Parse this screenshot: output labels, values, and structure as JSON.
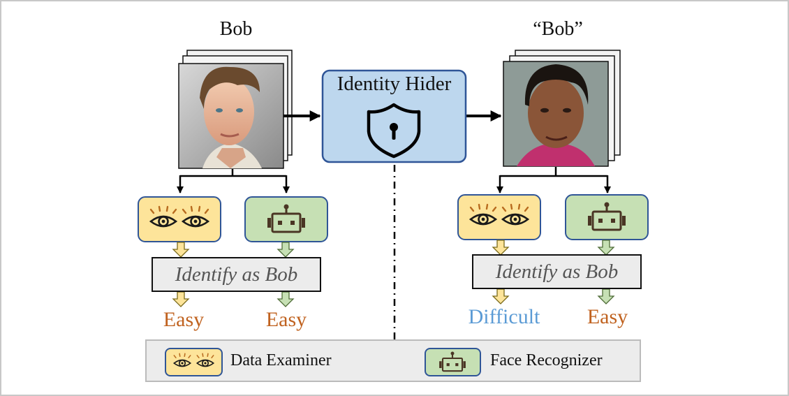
{
  "left": {
    "name": "Bob",
    "statement": "Identify as Bob",
    "examiner_result": "Easy",
    "recognizer_result": "Easy"
  },
  "hider": {
    "title": "Identity Hider",
    "icon": "shield-lock-icon"
  },
  "right": {
    "name": "“Bob”",
    "statement": "Identify as Bob",
    "examiner_result": "Difficult",
    "recognizer_result": "Easy"
  },
  "legend": {
    "examiner": "Data Examiner",
    "recognizer": "Face Recognizer"
  },
  "colors": {
    "easy": "#c0621f",
    "difficult": "#5b9bd5",
    "examiner_fill": "#fde49a",
    "recognizer_fill": "#c6e0b4",
    "hider_fill": "#bdd7ee",
    "box_border": "#2f5597"
  }
}
